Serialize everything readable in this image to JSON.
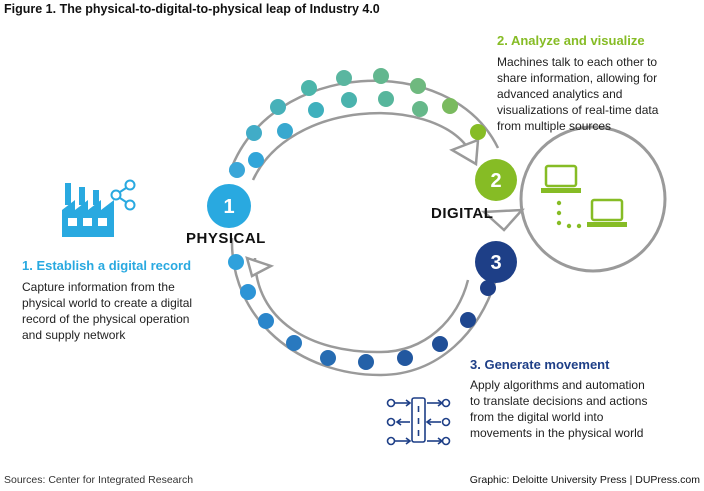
{
  "figure_title": "Figure 1. The physical-to-digital-to-physical leap of Industry 4.0",
  "labels": {
    "physical": "PHYSICAL",
    "digital": "DIGITAL"
  },
  "steps": [
    {
      "number": "1",
      "title": "1. Establish a digital record",
      "body": [
        "Capture information from the",
        "physical world to create a digital",
        "record of the physical operation",
        "and supply network"
      ],
      "color": "#29a9e0"
    },
    {
      "number": "2",
      "title": "2. Analyze and visualize",
      "body": [
        "Machines talk to each other to",
        "share information, allowing for",
        "advanced analytics and",
        "visualizations of real-time data",
        "from multiple sources"
      ],
      "color": "#86bc25"
    },
    {
      "number": "3",
      "title": "3. Generate movement",
      "body": [
        "Apply algorithms and automation",
        "to translate decisions and actions",
        "from the digital world into",
        "movements in the physical world"
      ],
      "color": "#1e3f87"
    }
  ],
  "icons": {
    "physical": "factory-icon",
    "digital": "connected-computers-icon",
    "movement": "actuator-flow-icon",
    "share": "share-icon"
  },
  "footer": {
    "sources": "Sources: Center for Integrated Research",
    "credit": "Graphic: Deloitte University Press  |  DUPress.com"
  }
}
